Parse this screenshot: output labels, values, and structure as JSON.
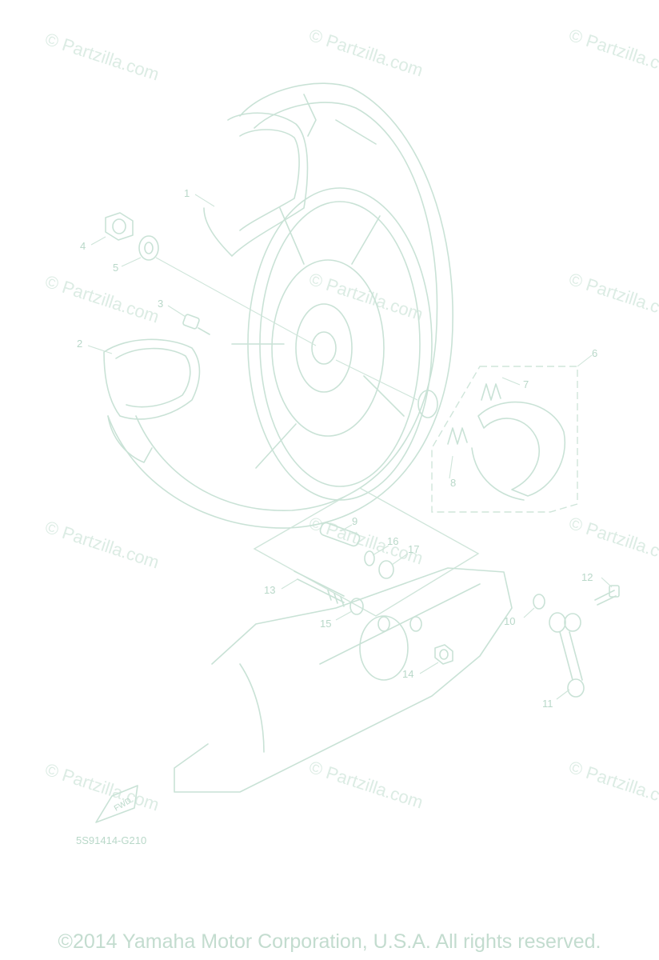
{
  "watermark_text": "© Partzilla.com",
  "diagram_code": "5S91414-G210",
  "fwd_label": "FWD",
  "copyright": "©2014 Yamaha Motor Corporation, U.S.A. All rights reserved.",
  "callouts": {
    "c1": "1",
    "c2": "2",
    "c3": "3",
    "c4": "4",
    "c5": "5",
    "c6": "6",
    "c7": "7",
    "c8": "8",
    "c9": "9",
    "c10": "10",
    "c11": "11",
    "c12": "12",
    "c13": "13",
    "c14": "14",
    "c15": "15",
    "c16": "16",
    "c17": "17"
  },
  "colors": {
    "line": "#c9e2d6",
    "watermark": "#dcece4"
  }
}
